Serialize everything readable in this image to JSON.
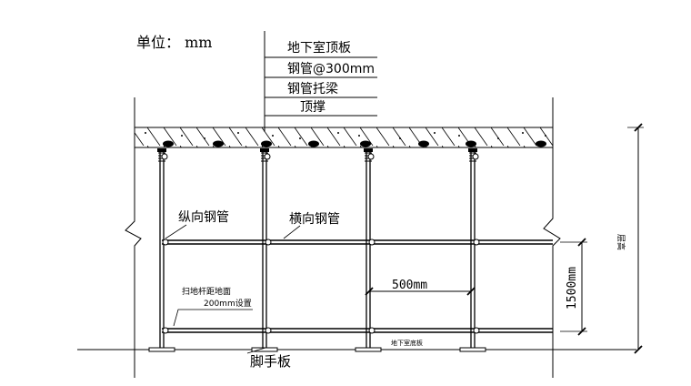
{
  "unit_label": "单位： mm",
  "layers": [
    "地下室顶板",
    "钢管@300mm",
    "钢管托梁",
    "顶撑"
  ],
  "labels": {
    "longitudinal_pipe": "纵向钢管",
    "transverse_pipe": "横向钢管",
    "sweep_rod_note_line1": "扫地杆距地面",
    "sweep_rod_note_line2": "200mm设置",
    "basement_floor": "地下室底板",
    "scaffold_board": "脚手板"
  },
  "dimensions": {
    "spacing": "500mm",
    "lift_height": "1500mm",
    "total_height": "层高"
  },
  "colors": {
    "line": "#000000",
    "background": "#ffffff"
  }
}
